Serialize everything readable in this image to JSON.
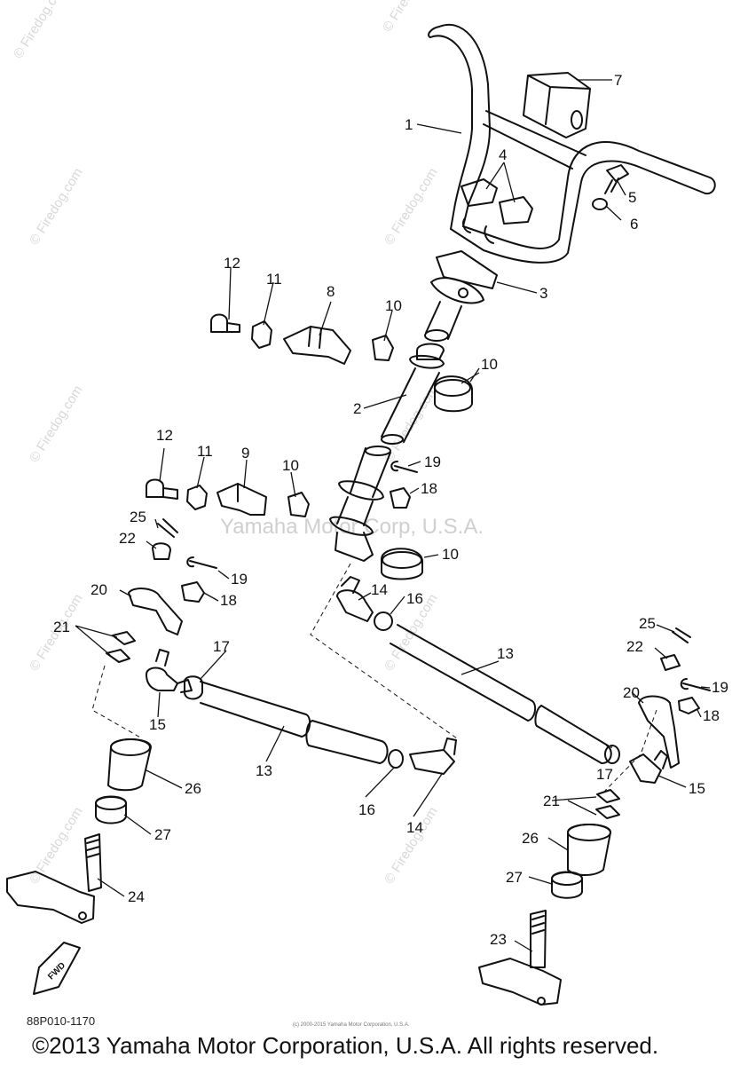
{
  "watermarks": {
    "brand": "© Firedog.com",
    "center": "Yamaha Motor Corp, U.S.A."
  },
  "diagram": {
    "code": "88P010-1170",
    "small_copyright": "(c) 2000-2015 Yamaha Motor Corporation, U.S.A.",
    "copyright": "©2013 Yamaha Motor Corporation, U.S.A. All rights reserved.",
    "fwd_label": "FWD",
    "callouts": [
      "1",
      "2",
      "3",
      "4",
      "5",
      "6",
      "7",
      "8",
      "9",
      "10",
      "10",
      "10",
      "10",
      "11",
      "11",
      "12",
      "12",
      "13",
      "13",
      "14",
      "14",
      "15",
      "15",
      "16",
      "16",
      "17",
      "17",
      "18",
      "18",
      "18",
      "19",
      "19",
      "19",
      "20",
      "20",
      "21",
      "21",
      "22",
      "22",
      "23",
      "24",
      "25",
      "25",
      "26",
      "26",
      "27",
      "27"
    ]
  },
  "colors": {
    "line": "#111111",
    "watermark": "#d8d8d8"
  }
}
